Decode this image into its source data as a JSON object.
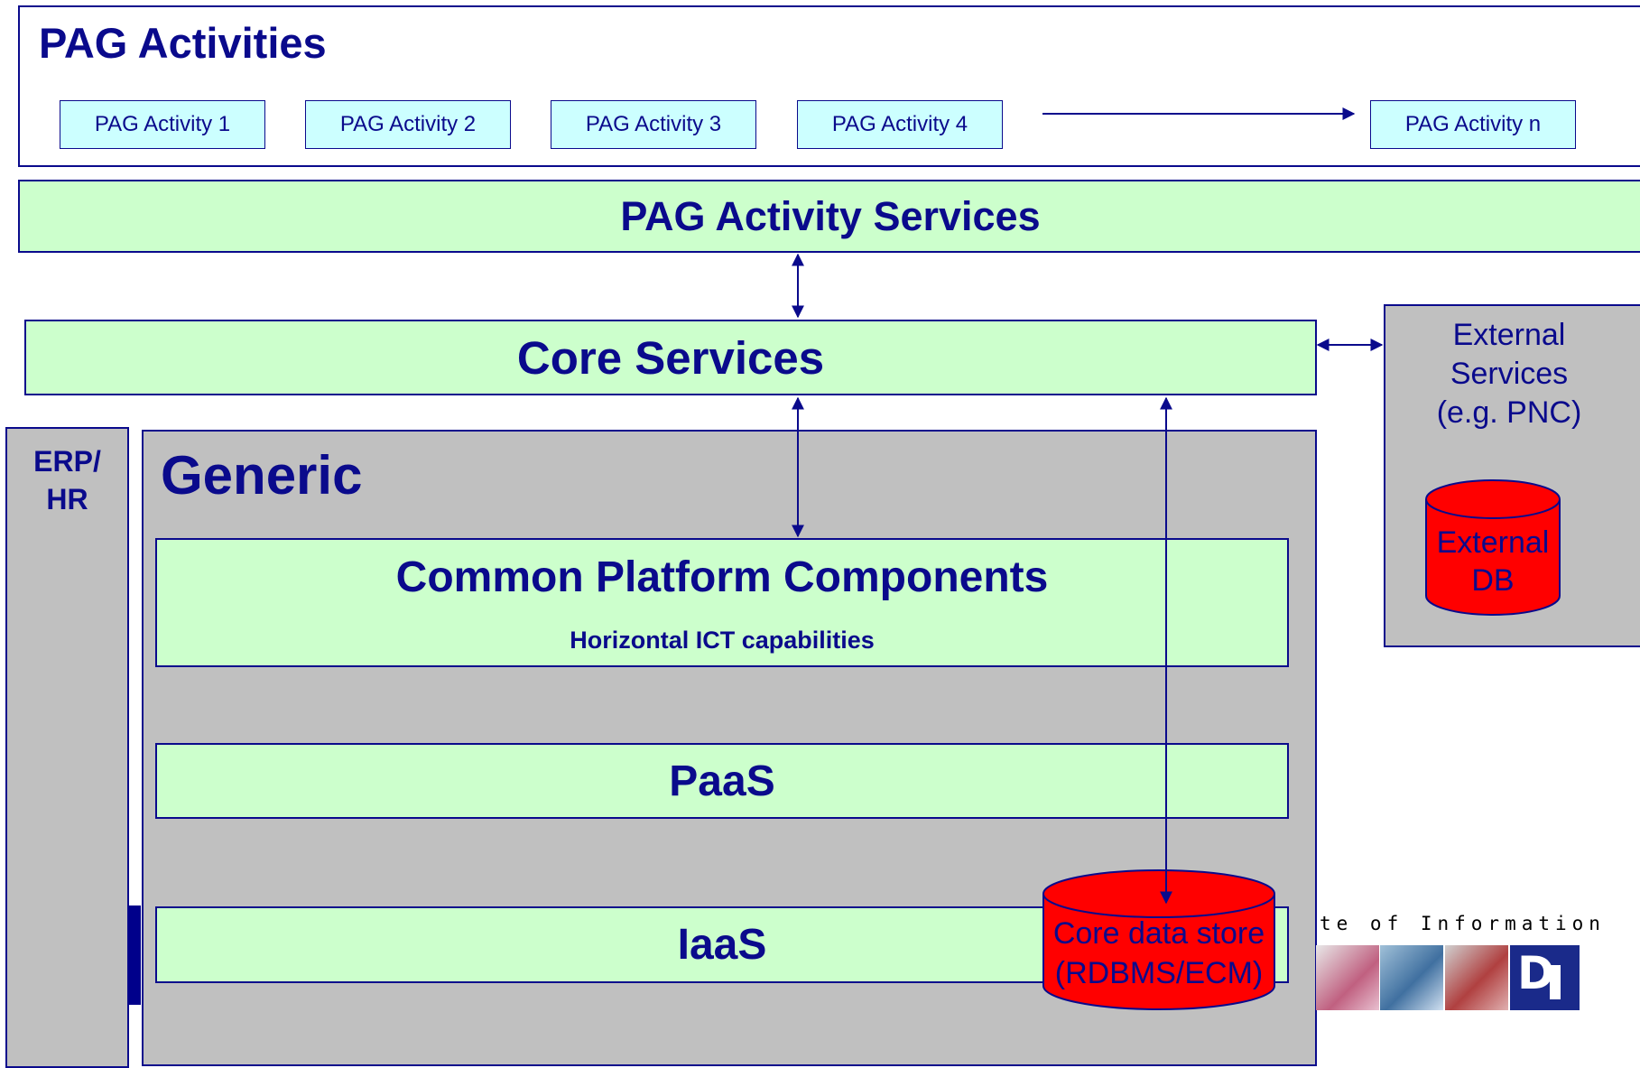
{
  "activities": {
    "title": "PAG Activities",
    "items": [
      "PAG Activity 1",
      "PAG Activity 2",
      "PAG Activity 3",
      "PAG Activity 4",
      "PAG Activity n"
    ]
  },
  "activity_services": {
    "label": "PAG Activity Services"
  },
  "core_services": {
    "label": "Core Services"
  },
  "external_services": {
    "line1": "External",
    "line2": "Services",
    "line3": "(e.g. PNC)",
    "db_line1": "External",
    "db_line2": "DB"
  },
  "erp": {
    "line1": "ERP/",
    "line2": "HR"
  },
  "generic": {
    "title": "Generic",
    "cpc_title": "Common Platform Components",
    "cpc_subtitle": "Horizontal ICT capabilities",
    "paas": "PaaS",
    "iaas": "IaaS"
  },
  "core_store": {
    "line1": "Core data store",
    "line2": "(RDBMS/ECM)"
  },
  "watermark": {
    "text": "te of Information"
  },
  "colors": {
    "navy": "#0A0A8C",
    "green": "#ccffcc",
    "cyan": "#ccffff",
    "grey": "#c0c0c0",
    "red": "#ff0000"
  }
}
